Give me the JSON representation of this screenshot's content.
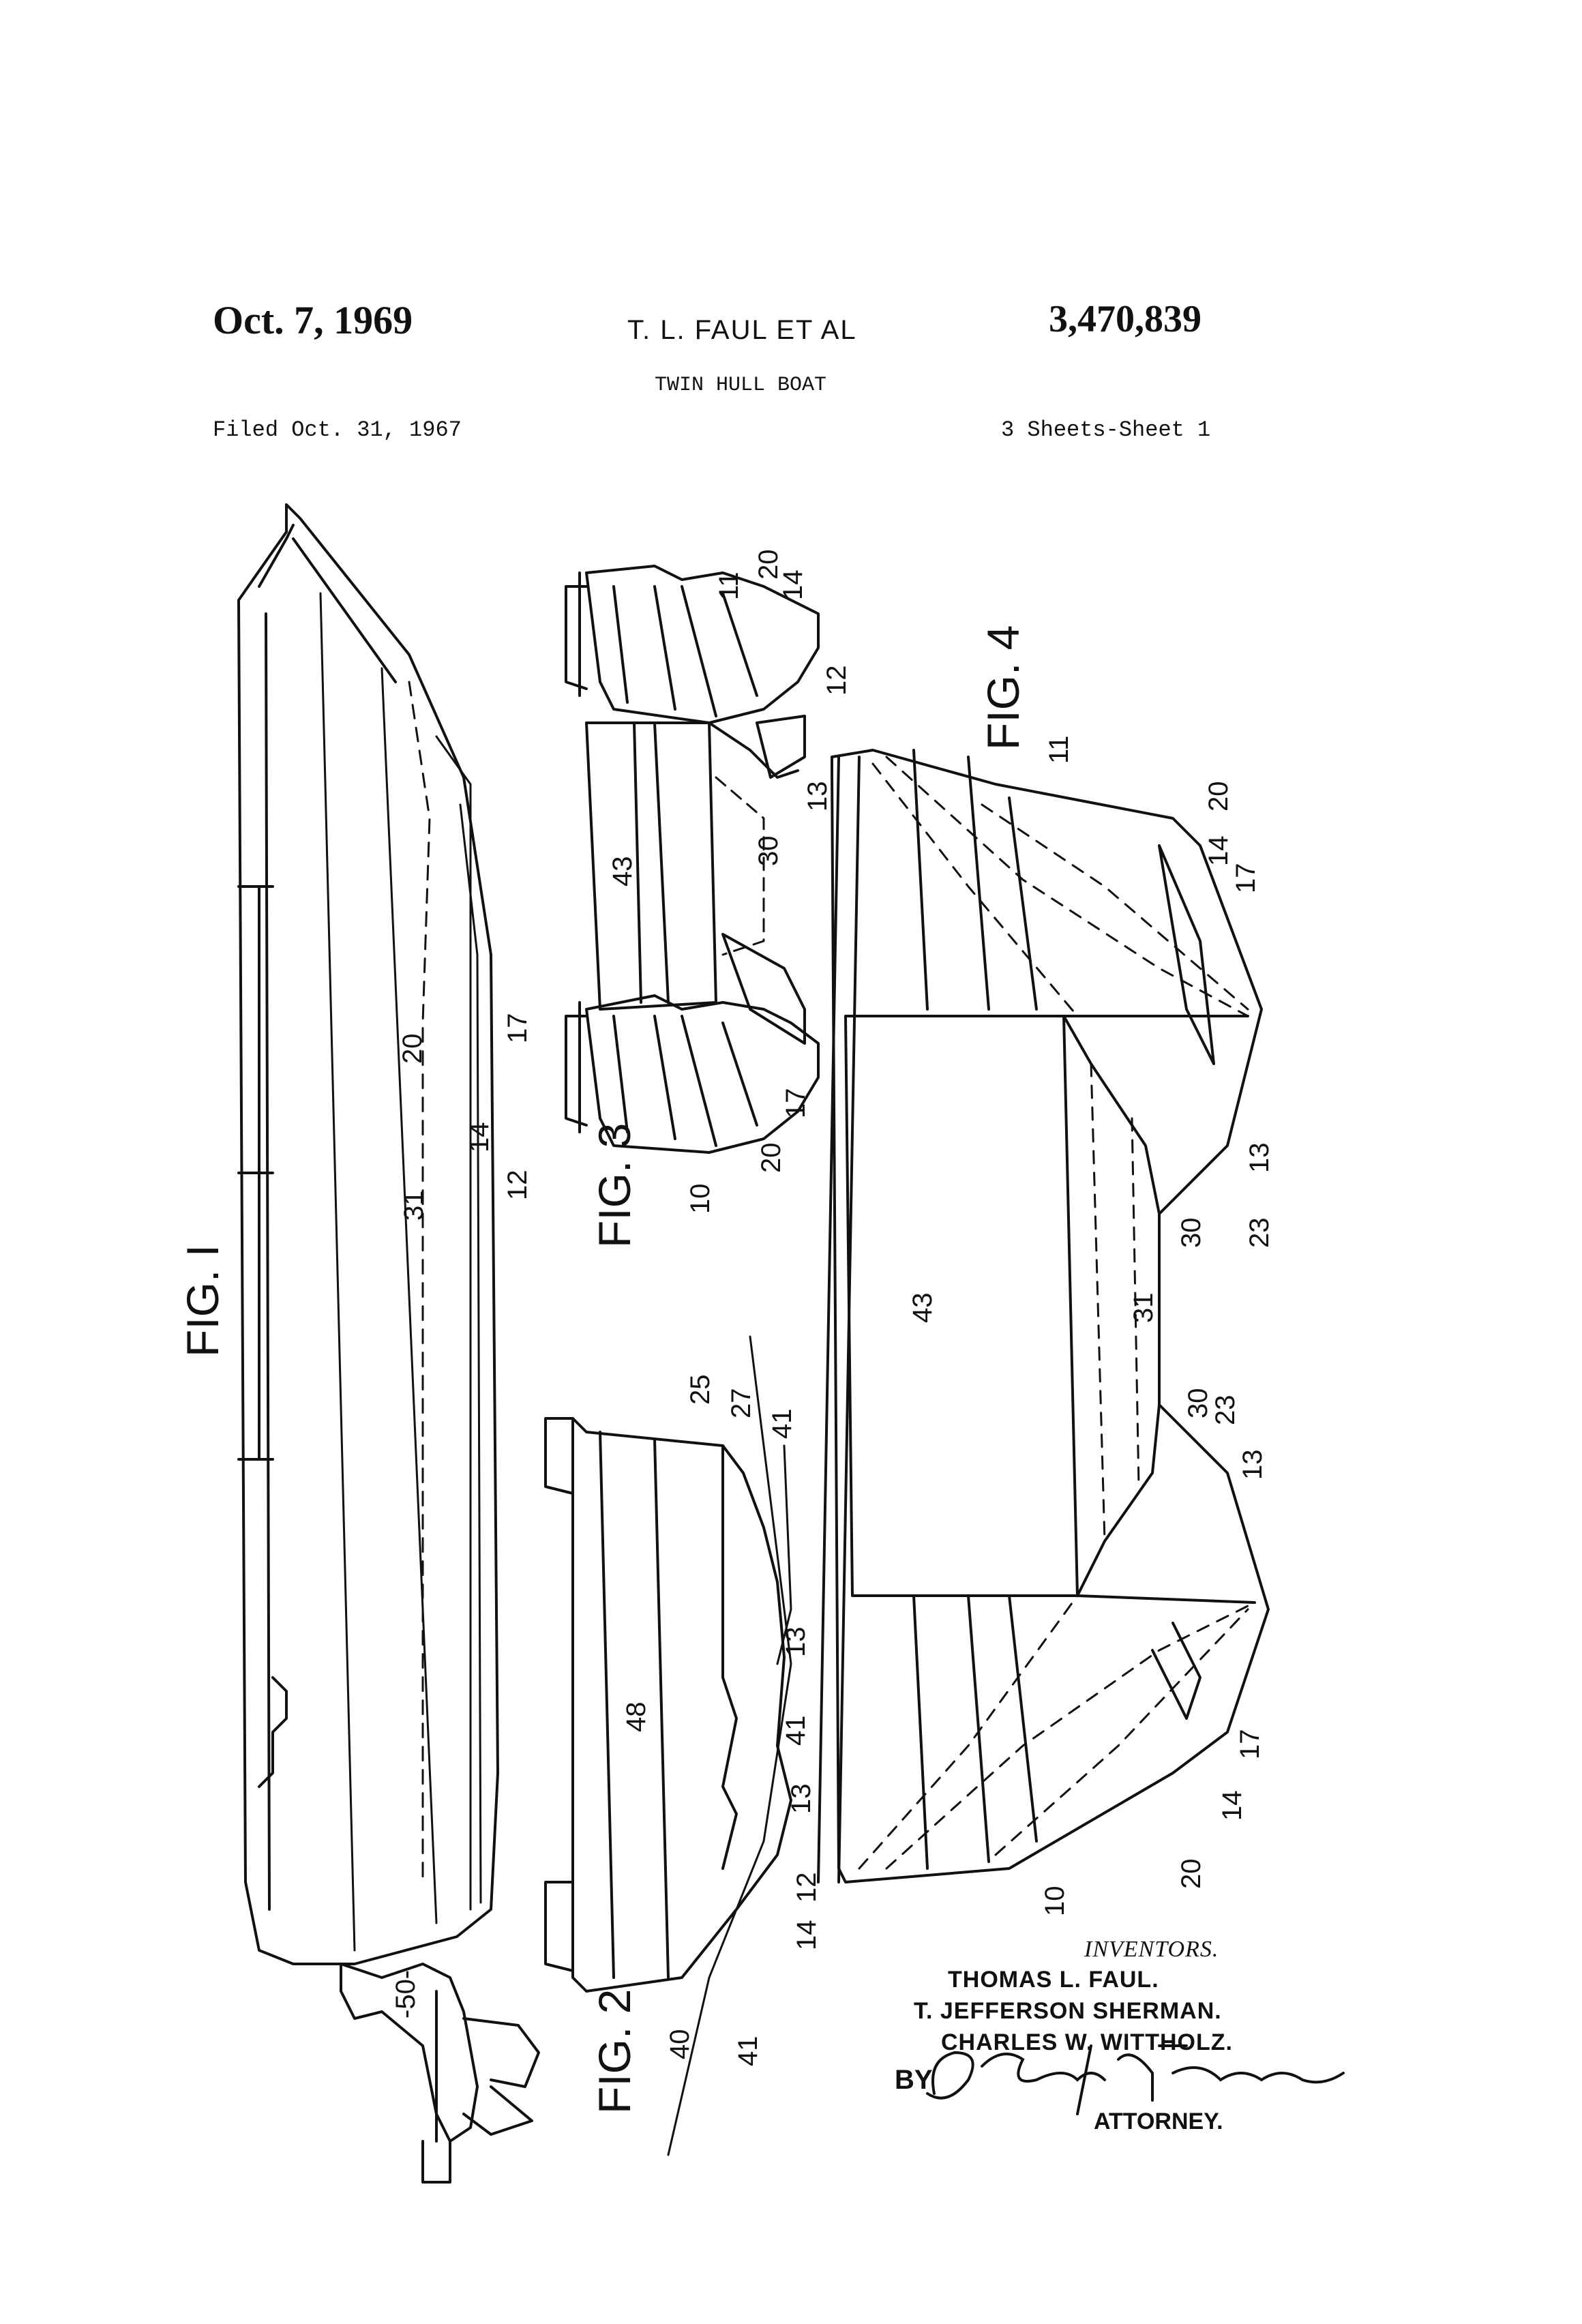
{
  "header": {
    "date": "Oct. 7, 1969",
    "inventor": "T. L. FAUL ET AL",
    "patent_number": "3,470,839",
    "title": "TWIN HULL BOAT",
    "filed": "Filed Oct. 31, 1967",
    "sheets": "3 Sheets-Sheet 1"
  },
  "figures": {
    "fig1": "FIG. I",
    "fig2": "FIG. 2",
    "fig3": "FIG. 3",
    "fig4": "FIG. 4"
  },
  "ref_numerals": {
    "n10": "10",
    "n11": "11",
    "n12": "12",
    "n13": "13",
    "n14": "14",
    "n17": "17",
    "n20": "20",
    "n23": "23",
    "n25": "25",
    "n27": "27",
    "n30": "30",
    "n31": "31",
    "n40": "40",
    "n41": "41",
    "n43": "43",
    "n48": "48",
    "n50": "-50-"
  },
  "signature": {
    "heading": "INVENTORS.",
    "names": [
      "THOMAS L. FAUL.",
      "T. JEFFERSON SHERMAN.",
      "CHARLES W. WITTHOLZ."
    ],
    "by": "BY",
    "attorney_signature": "D. Emmett Thompson",
    "attorney_label": "ATTORNEY."
  }
}
